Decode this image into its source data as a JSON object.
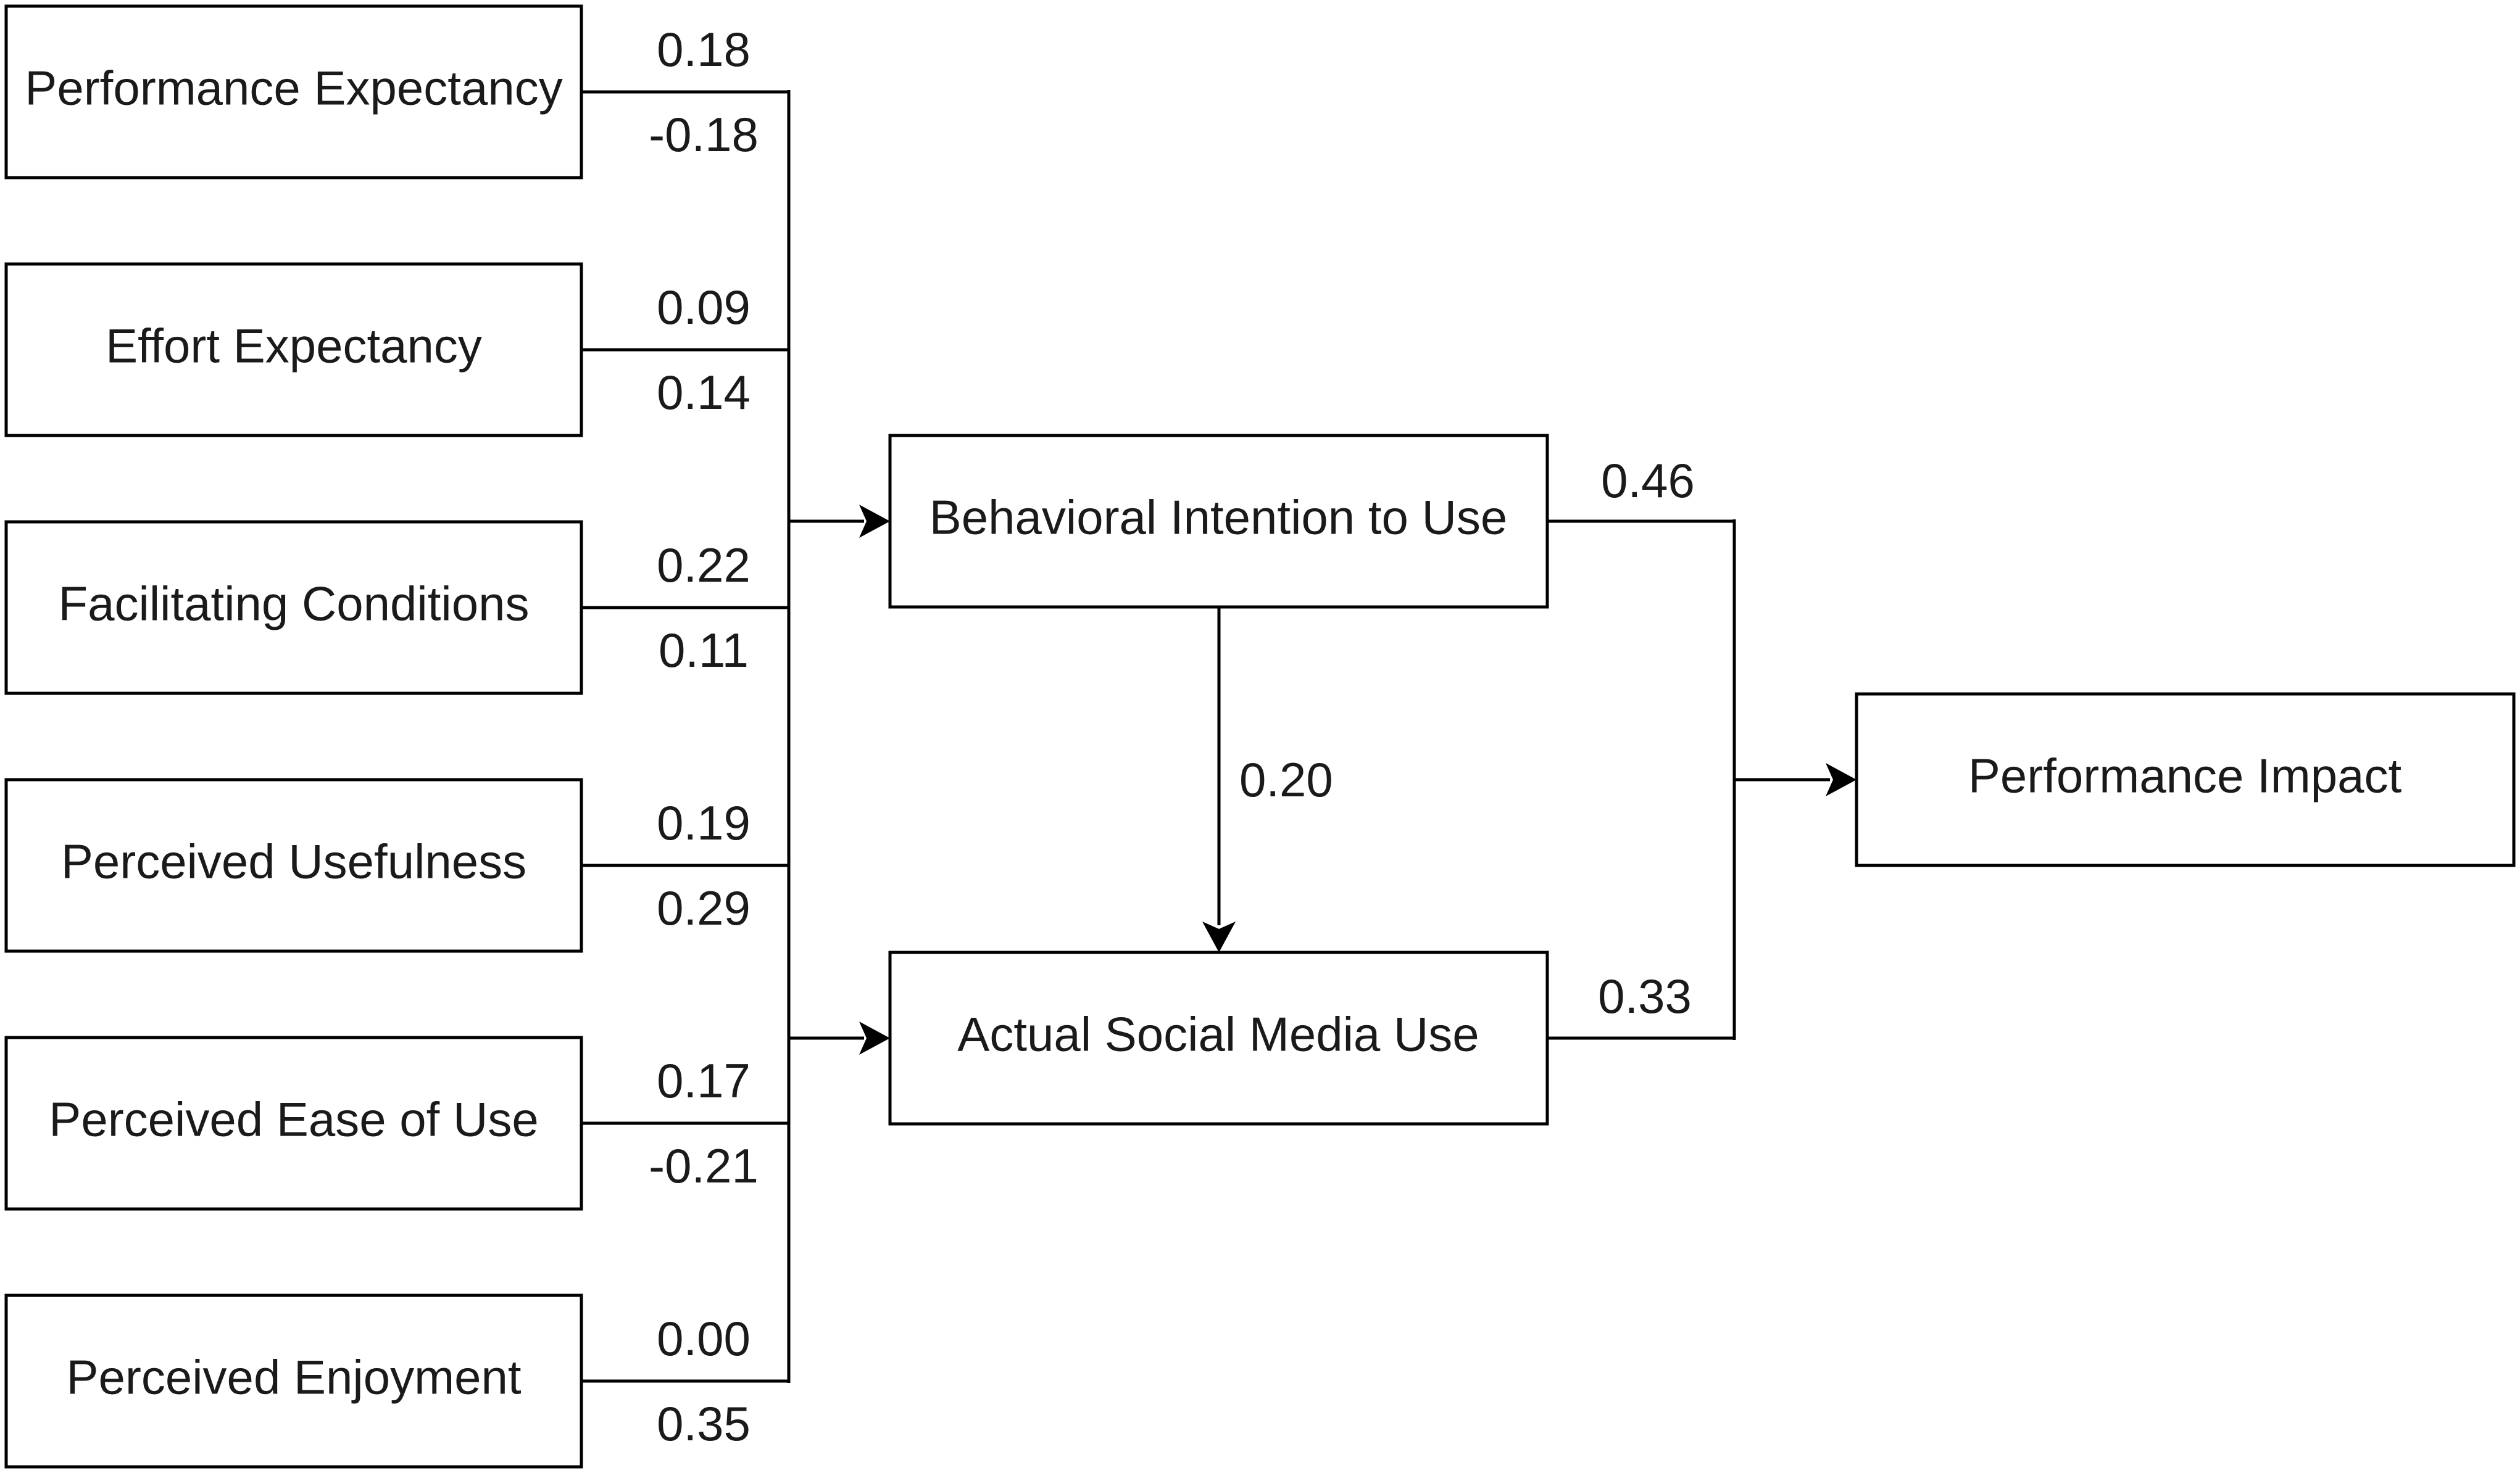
{
  "predictors": [
    {
      "id": "pe",
      "label": "Performance Expectancy",
      "coef_intention": "0.18",
      "coef_use": "-0.18"
    },
    {
      "id": "ee",
      "label": "Effort Expectancy",
      "coef_intention": "0.09",
      "coef_use": "0.14"
    },
    {
      "id": "fc",
      "label": "Facilitating Conditions",
      "coef_intention": "0.22",
      "coef_use": "0.11"
    },
    {
      "id": "pu",
      "label": "Perceived Usefulness",
      "coef_intention": "0.19",
      "coef_use": "0.29"
    },
    {
      "id": "peou",
      "label": "Perceived Ease of Use",
      "coef_intention": "0.17",
      "coef_use": "-0.21"
    },
    {
      "id": "penj",
      "label": "Perceived Enjoyment",
      "coef_intention": "0.00",
      "coef_use": "0.35"
    }
  ],
  "mediators": {
    "intention": {
      "label": "Behavioral Intention to Use"
    },
    "use": {
      "label": "Actual Social Media Use"
    }
  },
  "outcome": {
    "label": "Performance Impact"
  },
  "paths": {
    "intention_to_use": "0.20",
    "intention_to_impact": "0.46",
    "use_to_impact": "0.33"
  }
}
